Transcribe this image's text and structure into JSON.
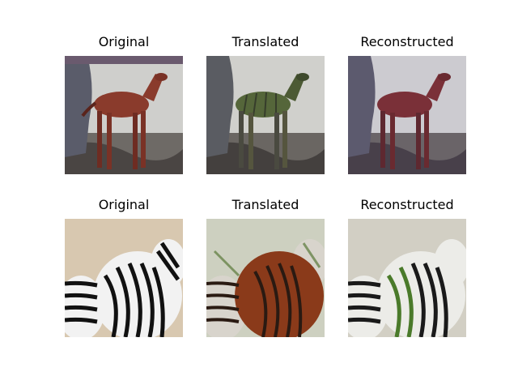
{
  "rows": [
    {
      "subject": "horse",
      "panels": [
        {
          "title": "Original",
          "tint": "#8a3b2c"
        },
        {
          "title": "Translated",
          "tint": "#55663a"
        },
        {
          "title": "Reconstructed",
          "tint": "#7a3038"
        }
      ]
    },
    {
      "subject": "zebras",
      "panels": [
        {
          "title": "Original",
          "tint": "#111111"
        },
        {
          "title": "Translated",
          "tint": "#8a3a1a"
        },
        {
          "title": "Reconstructed",
          "tint": "#4a7a2a"
        }
      ]
    }
  ]
}
